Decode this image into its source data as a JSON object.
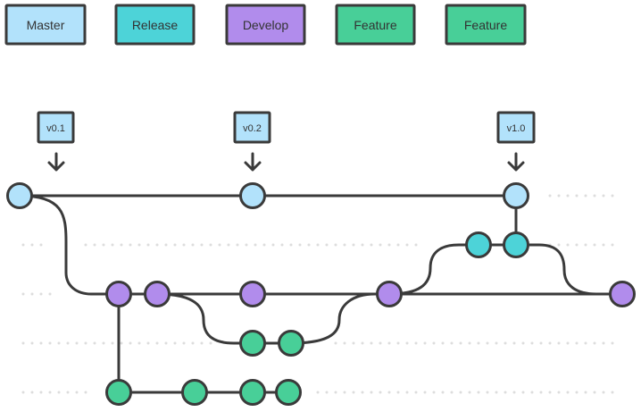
{
  "legend": [
    {
      "key": "master",
      "label": "Master",
      "color": "#b2e2fb"
    },
    {
      "key": "release",
      "label": "Release",
      "color": "#4dd3d8"
    },
    {
      "key": "develop",
      "label": "Develop",
      "color": "#b18cec"
    },
    {
      "key": "feature",
      "label": "Feature",
      "color": "#48cf98"
    },
    {
      "key": "feature2",
      "label": "Feature",
      "color": "#48cf98"
    }
  ],
  "tags": [
    {
      "label": "v0.1",
      "icon": "arrow-down-icon"
    },
    {
      "label": "v0.2",
      "icon": "arrow-down-icon"
    },
    {
      "label": "v1.0",
      "icon": "arrow-down-icon"
    }
  ],
  "colors": {
    "line": "#3a3a3a",
    "dots": "#dddddd",
    "master": "#b2e2fb",
    "release": "#4dd3d8",
    "develop": "#b18cec",
    "feature": "#48cf98"
  }
}
